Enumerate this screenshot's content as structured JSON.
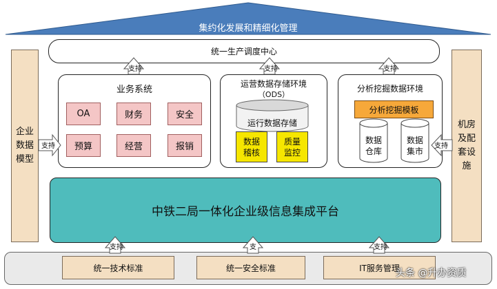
{
  "roof": {
    "title": "集约化发展和精细化管理",
    "color": "#4a7dbb"
  },
  "dispatch_center": {
    "label": "统一生产调度中心"
  },
  "left_pillar": {
    "label_lines": [
      "企业",
      "数据",
      "模型"
    ]
  },
  "right_pillar": {
    "label_lines": [
      "机房",
      "及配",
      "套设",
      "施"
    ]
  },
  "support_label": "支持",
  "support_short": "支",
  "business": {
    "title": "业务系统",
    "items": [
      "OA",
      "财务",
      "安全",
      "预算",
      "经营",
      "报销"
    ]
  },
  "ods": {
    "title": "运营数据存储环境",
    "subtitle": "（ODS）",
    "cylinder_label": "运行数据存储",
    "boxes": [
      [
        "数据",
        "稽核"
      ],
      [
        "质量",
        "监控"
      ]
    ]
  },
  "analysis": {
    "title": "分析挖掘数据环境",
    "template_label": "分析挖掘模板",
    "cylinders": [
      [
        "数据",
        "仓库"
      ],
      [
        "数据",
        "集市"
      ]
    ]
  },
  "platform": {
    "label": "中铁二局一体化企业级信息集成平台",
    "color": "#4fbcbc"
  },
  "standards": [
    "统一技术标准",
    "统一安全标准",
    "IT服务管理"
  ],
  "watermark": "头条 @升办资质"
}
